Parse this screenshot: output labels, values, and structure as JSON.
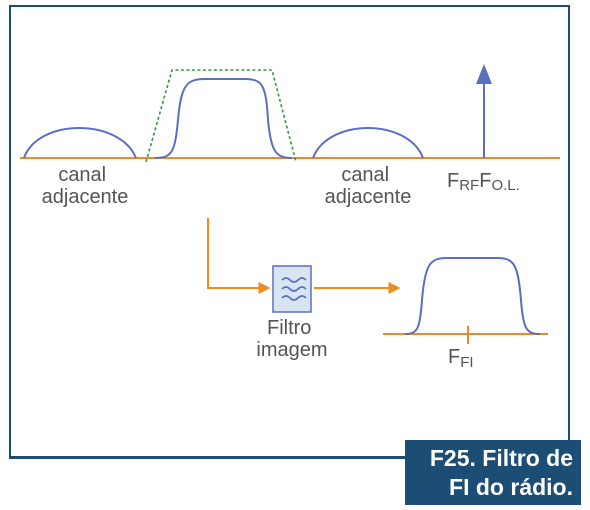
{
  "diagram": {
    "left_label": [
      "canal",
      "adjacente"
    ],
    "right_label": [
      "canal",
      "adjacente"
    ],
    "f_rf": {
      "main": "F",
      "sub": "RF"
    },
    "f_ol": {
      "main": "F",
      "sub": "O.L."
    },
    "filter_label": [
      "Filtro",
      "imagem"
    ],
    "f_fi": {
      "main": "F",
      "sub": "FI"
    }
  },
  "caption": {
    "line1": "F25. Filtro de",
    "line2": "FI do rádio."
  },
  "colors": {
    "axis": "#f08a1e",
    "curve": "#5a6fc0",
    "filter_mask": "#2e9a3c",
    "filter_box": "#d8e4f0",
    "caption_bg": "#1c4d74",
    "text": "#555555"
  },
  "icons": {
    "filter": "bandpass-filter-icon"
  }
}
